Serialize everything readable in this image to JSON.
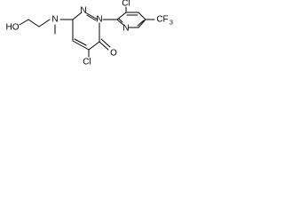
{
  "molecule": {
    "atom_labels": {
      "n1": "N",
      "n2": "N",
      "n_amine": "N",
      "n_pyridine": "N",
      "o_carbonyl": "O",
      "o_hydroxyl": "HO",
      "cl_4": "Cl",
      "cl_3pyr": "Cl",
      "cf3": "CF",
      "cf3_sub": "3"
    },
    "bond_color": "#000000",
    "label_color": "#000000"
  }
}
